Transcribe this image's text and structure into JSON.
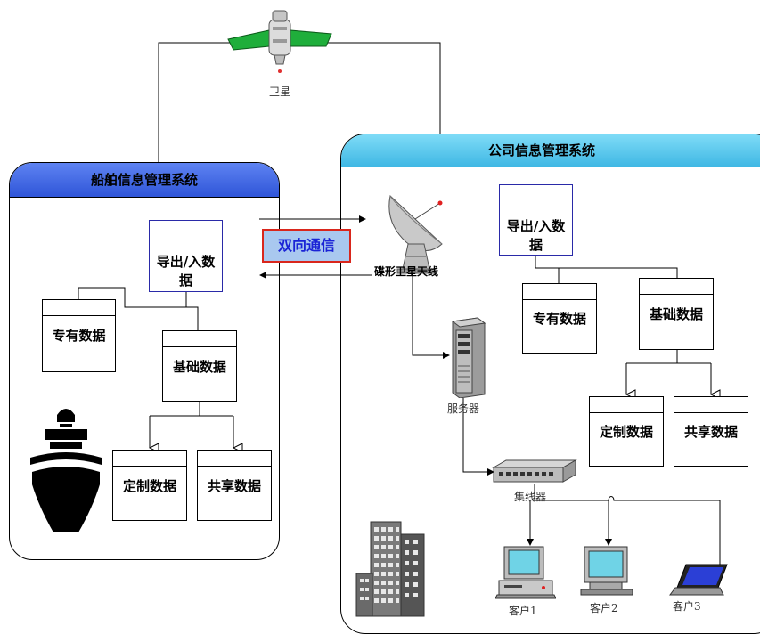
{
  "satellite": {
    "label": "卫星"
  },
  "ship_system": {
    "title": "船舶信息管理系统",
    "export_import_line1": "导出/入数",
    "export_import_line2": "据",
    "proprietary_data": "专有数据",
    "base_data": "基础数据",
    "custom_data": "定制数据",
    "shared_data": "共享数据"
  },
  "link": {
    "label": "双向通信"
  },
  "company_system": {
    "title": "公司信息管理系统",
    "dish_label": "碟形卫星天线",
    "export_import_line1": "导出/入数",
    "export_import_line2": "据",
    "proprietary_data": "专有数据",
    "base_data": "基础数据",
    "custom_data": "定制数据",
    "shared_data": "共享数据",
    "server_label": "服务器",
    "hub_label": "集线器",
    "clients": [
      "客户1",
      "客户2",
      "客户3"
    ]
  },
  "colors": {
    "ship_header": "#2f55d8",
    "company_header": "#3fb8e4",
    "link_border": "#d9261c",
    "link_fill": "#a9c8ef",
    "link_text": "#1a23d6"
  }
}
